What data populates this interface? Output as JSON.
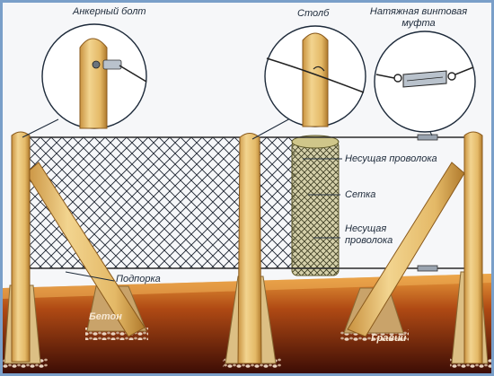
{
  "labels": {
    "anchor_bolt": "Анкерный болт",
    "post": "Столб",
    "turnbuckle_line1": "Натяжная винтовая",
    "turnbuckle_line2": "муфта",
    "support_wire_top": "Несущая проволока",
    "mesh": "Сетка",
    "support_wire_bottom_line1": "Несущая",
    "support_wire_bottom_line2": "проволока",
    "brace": "Подпорка",
    "concrete": "Бетон",
    "gravel": "Гравий"
  },
  "colors": {
    "wood": "#e8c27a",
    "wood_shadow": "#b8862f",
    "soil_top": "#d98a2e",
    "soil_bottom": "#4a1206",
    "mesh": "#1c2330",
    "frame": "#7a9fc9"
  }
}
